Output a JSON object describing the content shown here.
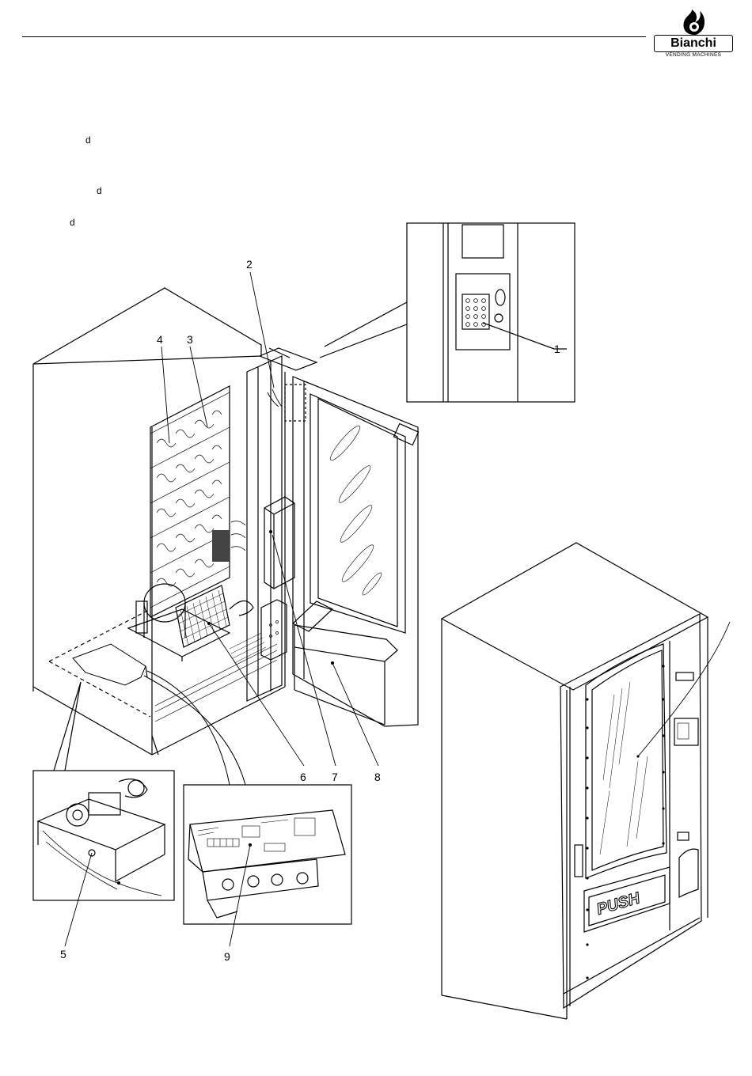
{
  "header": {
    "brand": "Bianchi",
    "brand_sub": "VENDING MACHINES"
  },
  "text_fragments": [
    "d",
    "d",
    "d"
  ],
  "callouts": {
    "c1": "1",
    "c2": "2",
    "c3": "3",
    "c4": "4",
    "c5": "5",
    "c6": "6",
    "c7": "7",
    "c8": "8",
    "c9": "9"
  },
  "machine": {
    "push_label": "PUSH"
  }
}
